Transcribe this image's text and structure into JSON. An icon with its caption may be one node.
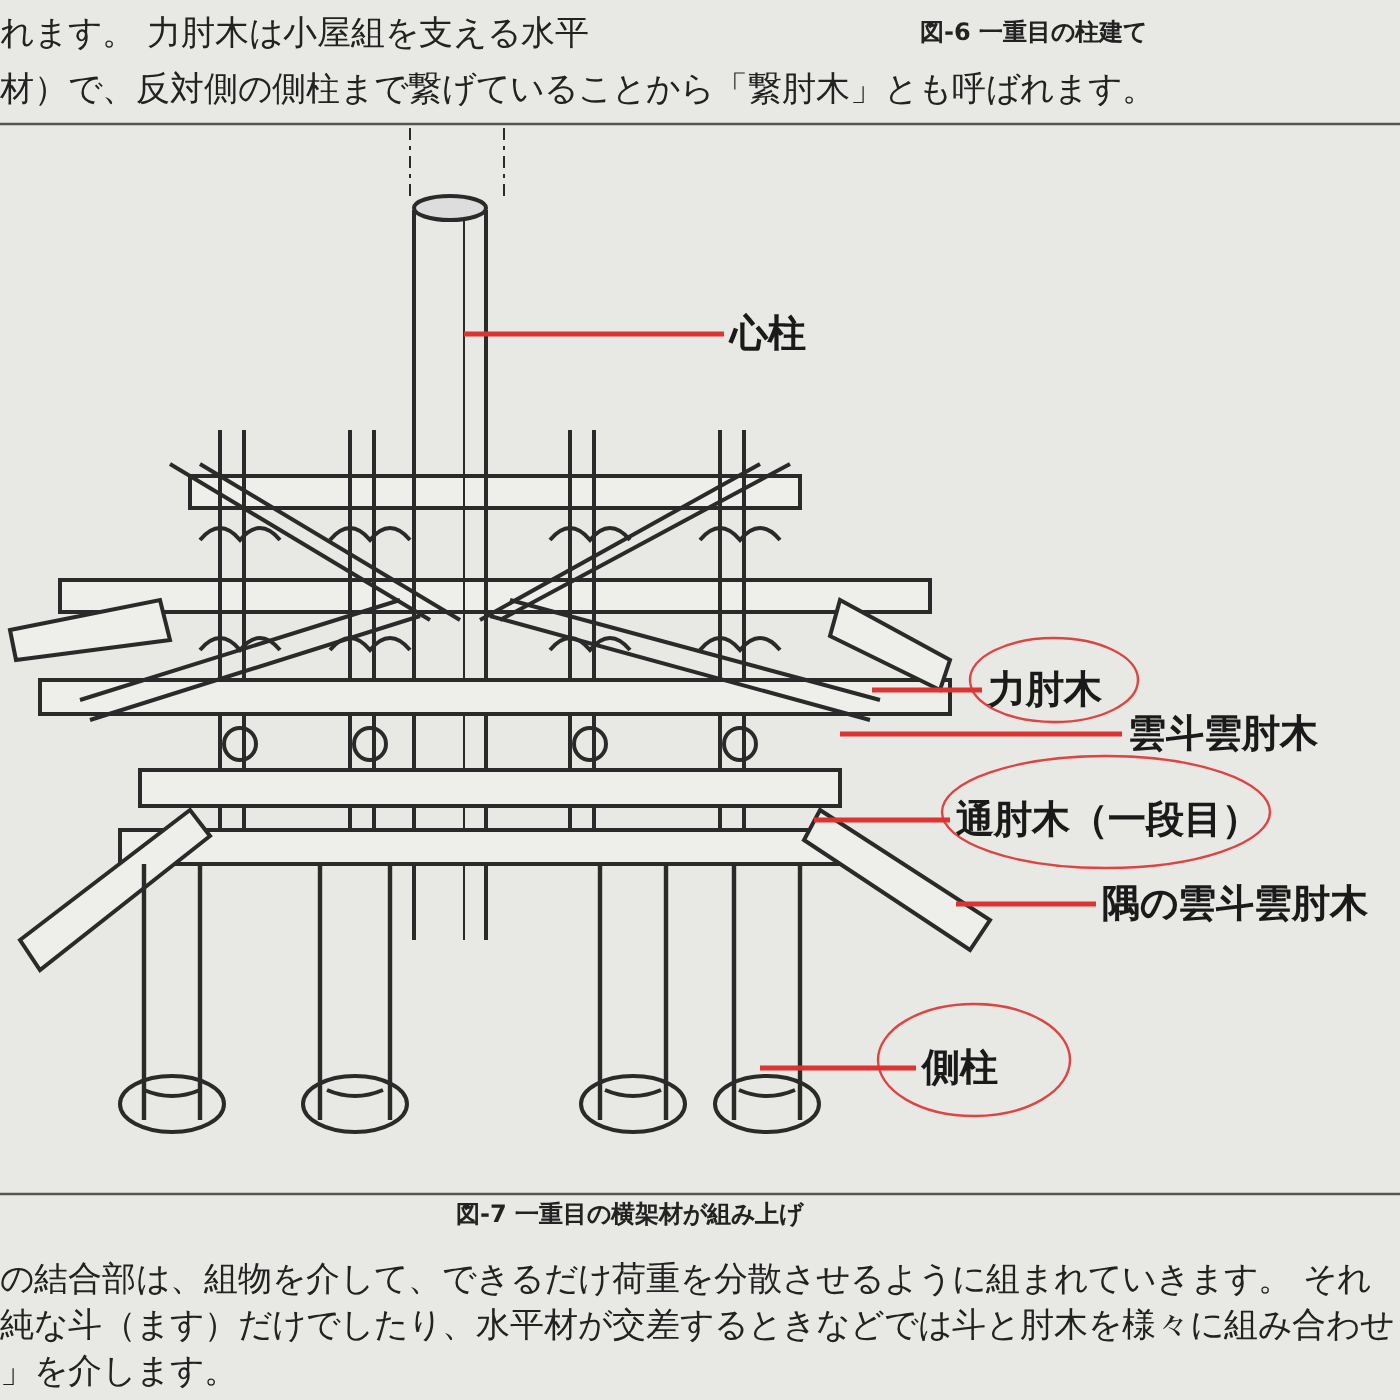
{
  "diagram": {
    "caption": "図-7 一重目の横架材が組み上げ",
    "nodes": [
      {
        "text": [
          "心柱"
        ]
      },
      {
        "text": [
          "力肘木"
        ]
      },
      {
        "text": [
          "雲斗雲肘木"
        ]
      },
      {
        "text": [
          "通肘木（一段目）"
        ]
      },
      {
        "text": [
          "隅の雲斗雲肘木"
        ]
      },
      {
        "text": [
          "側柱"
        ]
      }
    ],
    "edges": [
      {
        "from": 0,
        "to": null,
        "arrow": "none"
      },
      {
        "from": 1,
        "to": null,
        "arrow": "none"
      },
      {
        "from": 2,
        "to": null,
        "arrow": "none"
      },
      {
        "from": 3,
        "to": null,
        "arrow": "none"
      },
      {
        "from": 4,
        "to": null,
        "arrow": "none"
      },
      {
        "from": 5,
        "to": null,
        "arrow": "none"
      }
    ],
    "labels": [
      "れます。 力肘木は小屋組を支える水平",
      "図-6 一重目の柱建て",
      "材）で、反対側の側柱まで繋げていることから「繋肘木」とも呼ばれます。",
      "の結合部は、組物を介して、できるだけ荷重を分散させるように組まれていきます。 それ",
      "純な斗（ます）だけでしたり、水平材が交差するときなどでは斗と肘木を様々に組み合わせ",
      "」を介します。"
    ]
  }
}
